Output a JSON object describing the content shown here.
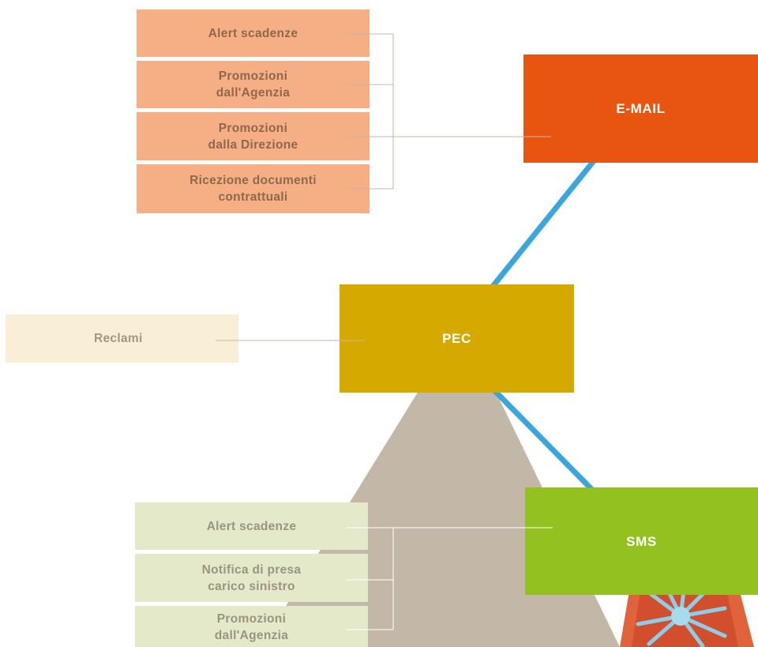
{
  "colors": {
    "email": "#e85510",
    "pec": "#d5a900",
    "sms": "#93c11f",
    "connector_line": "#3aa6dc",
    "cone": "#c3b8a8",
    "email_items": "#f6ae85",
    "sms_items": "#e3e9c9",
    "pec_items": "#f9eed6"
  },
  "hubs": {
    "email": {
      "label": "E-MAIL"
    },
    "pec": {
      "label": "PEC"
    },
    "sms": {
      "label": "SMS"
    }
  },
  "email_items": [
    {
      "label": "Alert scadenze"
    },
    {
      "label": "Promozioni\ndall'Agenzia"
    },
    {
      "label": "Promozioni\ndalla Direzione"
    },
    {
      "label": "Ricezione documenti\ncontrattuali"
    }
  ],
  "pec_items": [
    {
      "label": "Reclami"
    }
  ],
  "sms_items": [
    {
      "label": "Alert scadenze"
    },
    {
      "label": "Notifica di presa\ncarico sinistro"
    },
    {
      "label": "Promozioni\ndall'Agenzia"
    }
  ]
}
